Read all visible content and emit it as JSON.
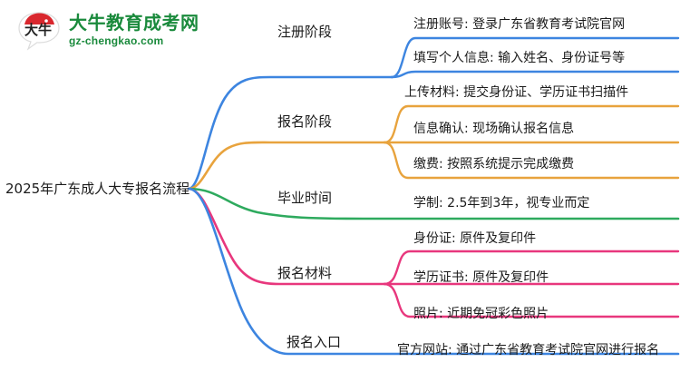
{
  "logo": {
    "icon": "speech-bubble-logo",
    "title": "大牛教育成考网",
    "domain": "gz-chengkao.com",
    "mark_text": "大牛",
    "brand_color": "#1a8a3c",
    "accent_color": "#d9272e"
  },
  "mindmap": {
    "root": {
      "label": "2025年广东成人大专报名流程"
    },
    "branches": [
      {
        "label": "注册阶段",
        "color": "#3d85e0",
        "children": [
          {
            "label": "注册账号: 登录广东省教育考试院官网"
          },
          {
            "label": "填写个人信息: 输入姓名、身份证号等"
          }
        ]
      },
      {
        "label": "报名阶段",
        "color": "#e8a33d",
        "children": [
          {
            "label": "上传材料: 提交身份证、学历证书扫描件"
          },
          {
            "label": "信息确认: 现场确认报名信息"
          },
          {
            "label": "缴费: 按照系统提示完成缴费"
          }
        ]
      },
      {
        "label": "毕业时间",
        "color": "#2eaa5e",
        "children": [
          {
            "label": "学制: 2.5年到3年，视专业而定"
          }
        ]
      },
      {
        "label": "报名材料",
        "color": "#e8377d",
        "children": [
          {
            "label": "身份证: 原件及复印件"
          },
          {
            "label": "学历证书: 原件及复印件"
          },
          {
            "label": "照片: 近期免冠彩色照片"
          }
        ]
      },
      {
        "label": "报名入口",
        "color": "#3d85e0",
        "children": [
          {
            "label": "官方网站: 通过广东省教育考试院官网进行报名"
          }
        ]
      }
    ]
  }
}
